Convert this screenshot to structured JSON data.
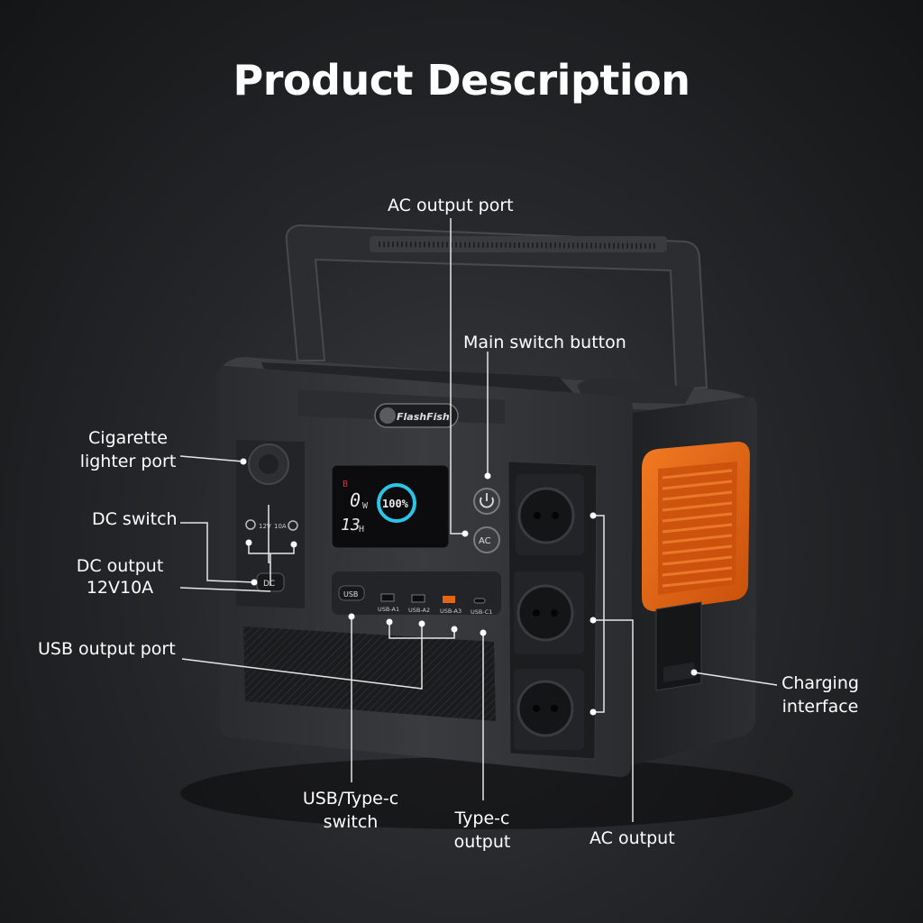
{
  "title": "Product Description",
  "brand": "FlashFish",
  "display": {
    "watts": "0",
    "watts_unit": "W",
    "hours": "13",
    "hours_unit": "H",
    "battery": "100%"
  },
  "ports": {
    "dc_left": "12V",
    "dc_right": "10A",
    "dc_button": "DC",
    "usb_button": "USB",
    "ac_button": "AC",
    "usb": [
      "USB-A1",
      "USB-A2",
      "USB-A3",
      "USB-C1"
    ]
  },
  "labels": {
    "ac_output_port": "AC output port",
    "main_switch": "Main switch button",
    "cigarette_1": "Cigarette",
    "cigarette_2": "lighter port",
    "dc_switch": "DC switch",
    "dc_output_1": "DC output",
    "dc_output_2": "12V10A",
    "usb_output_port": "USB output port",
    "usb_typec_switch_1": "USB/Type-c",
    "usb_typec_switch_2": "switch",
    "typec_output_1": "Type-c",
    "typec_output_2": "output",
    "ac_output": "AC output",
    "charging_1": "Charging",
    "charging_2": "interface"
  },
  "colors": {
    "accent_orange": "#e8650f",
    "display_cyan": "#2ec4e6",
    "display_red": "#e0303a"
  }
}
